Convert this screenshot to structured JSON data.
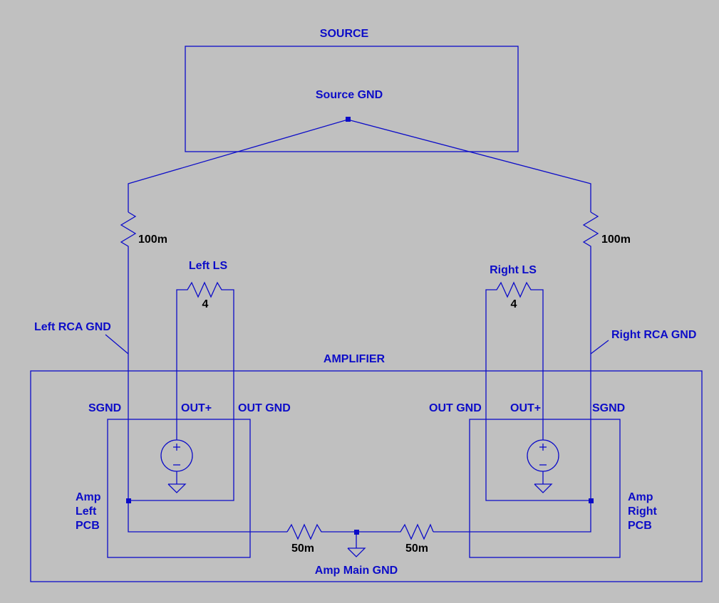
{
  "blocks": {
    "source": "SOURCE",
    "amplifier": "AMPLIFIER"
  },
  "nets": {
    "source_gnd": "Source GND",
    "left_rca_gnd": "Left RCA GND",
    "right_rca_gnd": "Right RCA GND",
    "amp_main_gnd": "Amp Main GND"
  },
  "left": {
    "ls_label": "Left LS",
    "ls_value": "4",
    "rca_res_value": "100m",
    "sgnd": "SGND",
    "out_plus": "OUT+",
    "out_gnd": "OUT GND",
    "pcb_label": [
      "Amp",
      "Left",
      "PCB"
    ],
    "gnd_res_value": "50m"
  },
  "right": {
    "ls_label": "Right LS",
    "ls_value": "4",
    "rca_res_value": "100m",
    "sgnd": "SGND",
    "out_plus": "OUT+",
    "out_gnd": "OUT GND",
    "pcb_label": [
      "Amp",
      "Right",
      "PCB"
    ],
    "gnd_res_value": "50m"
  },
  "colors": {
    "background": "#c0c0c0",
    "wire": "#0c0cc8",
    "value_text": "#000000"
  }
}
